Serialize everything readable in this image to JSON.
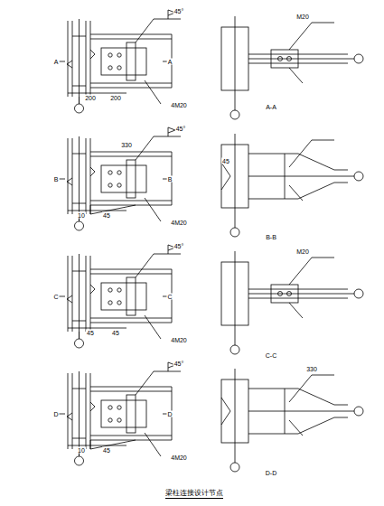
{
  "diagram": {
    "caption": "梁柱连接设计节点",
    "labels": [
      "45°",
      "A",
      "A",
      "200",
      "200",
      "4M20",
      "M20",
      "A-A",
      "45°",
      "B",
      "B",
      "330",
      "10",
      "45",
      "4M20",
      "45",
      "B-B",
      "45°",
      "C",
      "C",
      "45",
      "45",
      "4M20",
      "M20",
      "C-C",
      "45°",
      "D",
      "D",
      "10",
      "45",
      "4M20",
      "330",
      "D-D"
    ]
  }
}
